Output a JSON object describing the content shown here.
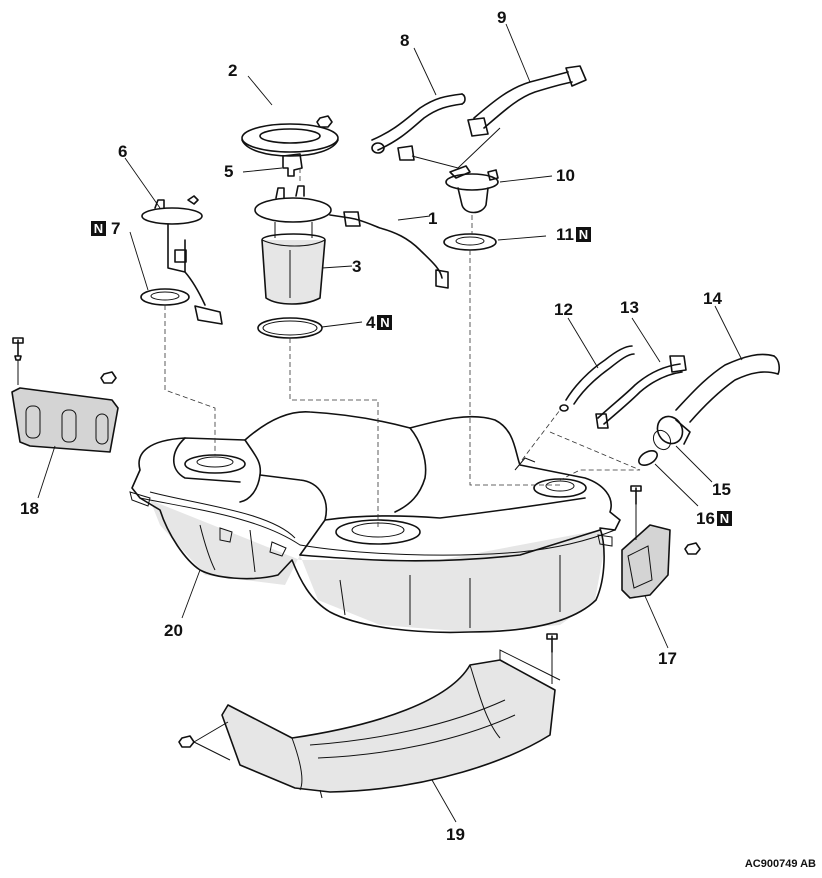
{
  "callouts": [
    {
      "id": "1",
      "label": "1"
    },
    {
      "id": "2",
      "label": "2"
    },
    {
      "id": "3",
      "label": "3"
    },
    {
      "id": "4",
      "label": "4"
    },
    {
      "id": "5",
      "label": "5"
    },
    {
      "id": "6",
      "label": "6"
    },
    {
      "id": "7",
      "label": "7"
    },
    {
      "id": "8",
      "label": "8"
    },
    {
      "id": "9",
      "label": "9"
    },
    {
      "id": "10",
      "label": "10"
    },
    {
      "id": "11",
      "label": "11"
    },
    {
      "id": "12",
      "label": "12"
    },
    {
      "id": "13",
      "label": "13"
    },
    {
      "id": "14",
      "label": "14"
    },
    {
      "id": "15",
      "label": "15"
    },
    {
      "id": "16",
      "label": "16"
    },
    {
      "id": "17",
      "label": "17"
    },
    {
      "id": "18",
      "label": "18"
    },
    {
      "id": "19",
      "label": "19"
    },
    {
      "id": "20",
      "label": "20"
    }
  ],
  "new_part_mark": "N",
  "reference_code": "AC900749 AB"
}
